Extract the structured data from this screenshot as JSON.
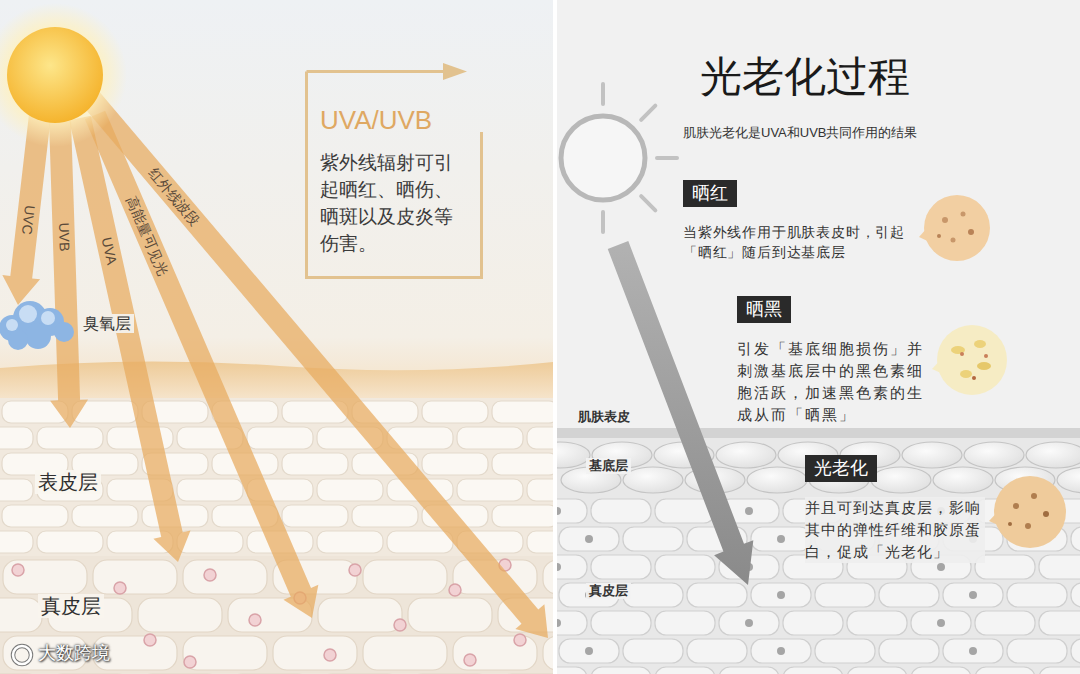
{
  "diagram": {
    "title": "光老化过程",
    "nodes": [
      {
        "text": [
          "UVA/UVB",
          "紫外线辐射可引起晒红、晒伤、晒斑以及皮炎等伤害。"
        ]
      },
      {
        "text": [
          "晒红",
          "当紫外线作用于肌肤表皮时，引起「晒红」随后到达基底层"
        ]
      },
      {
        "text": [
          "晒黑",
          "引发「基底细胞损伤」并刺激基底层中的黑色素细胞活跃，加速黑色素的生成从而「晒黑」"
        ]
      },
      {
        "text": [
          "光老化",
          "并且可到达真皮层，影响其中的弹性纤维和胶原蛋白，促成「光老化」"
        ]
      }
    ],
    "labels": [
      "UVC",
      "UVB",
      "UVA",
      "高能量可见光",
      "红外线波段",
      "臭氧层",
      "表皮层",
      "真皮层",
      "大数跨境",
      "肌肤光老化是UVA和UVB共同作用的结果",
      "肌肤表皮",
      "基底层",
      "真皮层"
    ]
  }
}
